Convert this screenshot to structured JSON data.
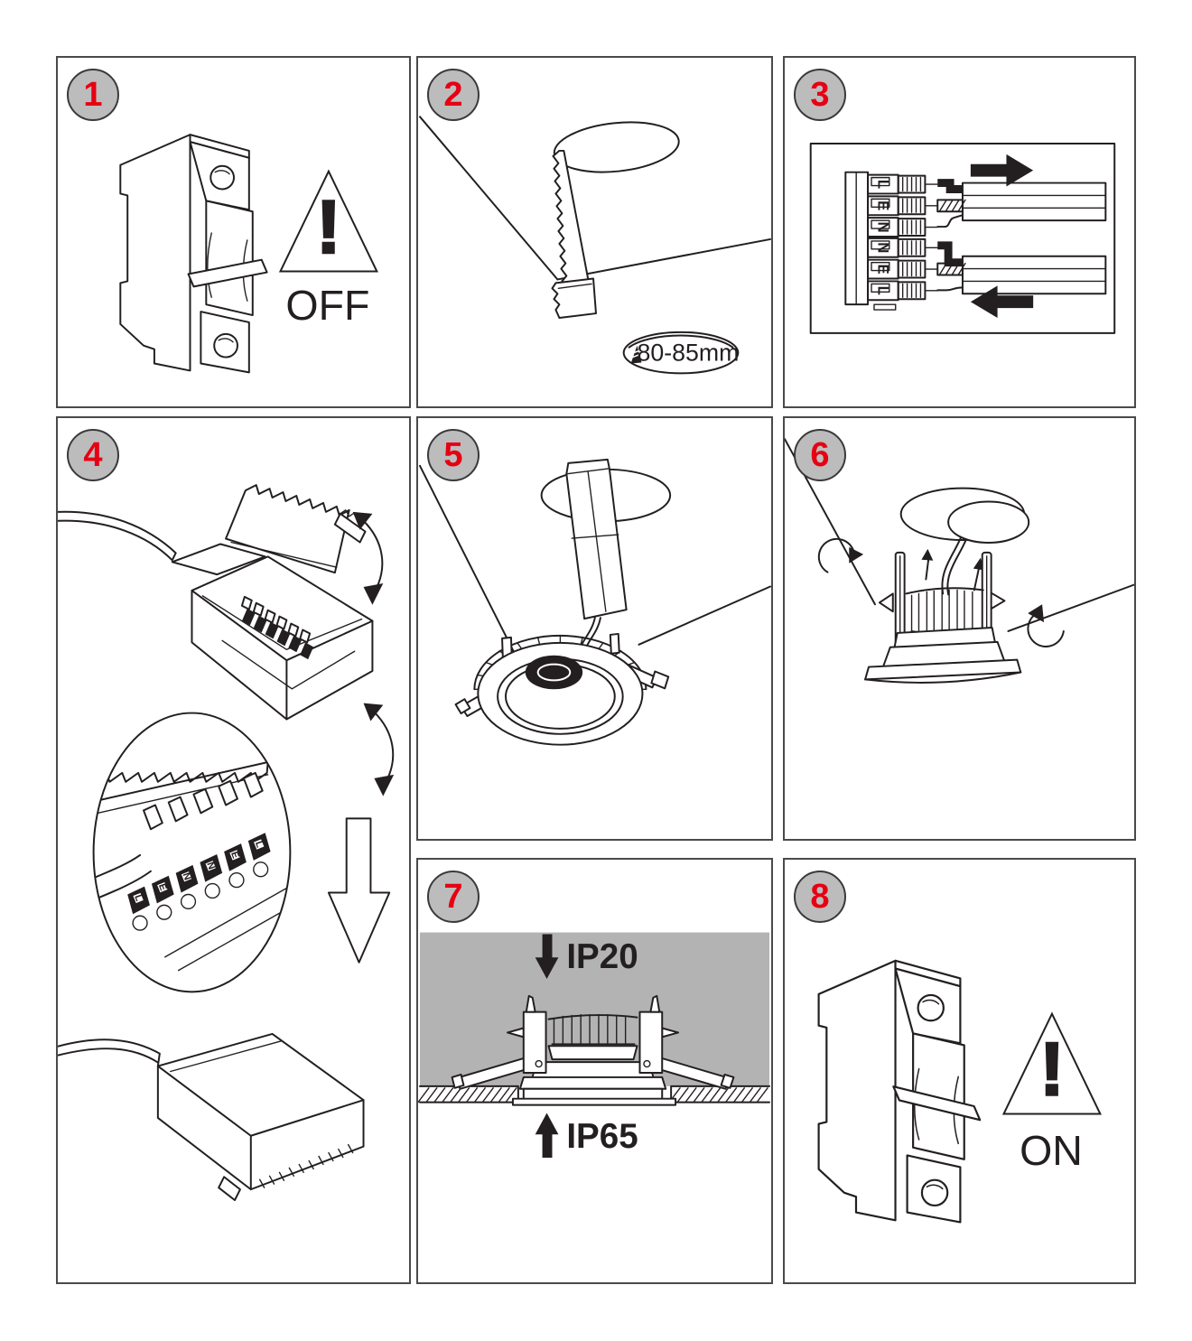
{
  "colors": {
    "line": "#231f20",
    "accent_red": "#e60012",
    "badge_fill": "#bcbcbc",
    "badge_border": "#3a3a3a",
    "panel_border": "#4a4a4a",
    "plenum_gray": "#b3b3b3",
    "paper": "#ffffff"
  },
  "steps": [
    {
      "number": "1",
      "labels": {
        "warning_mark": "!",
        "breaker_state": "OFF"
      }
    },
    {
      "number": "2",
      "labels": {
        "cutout_diameter": "80-85mm"
      }
    },
    {
      "number": "3",
      "labels": {
        "terminals": [
          "L",
          "E",
          "N",
          "N",
          "E",
          "L"
        ]
      }
    },
    {
      "number": "4",
      "labels": {
        "terminals": [
          "L",
          "E",
          "N",
          "N",
          "E",
          "L"
        ]
      }
    },
    {
      "number": "5",
      "labels": {}
    },
    {
      "number": "6",
      "labels": {}
    },
    {
      "number": "7",
      "labels": {
        "above_ceiling_rating": "IP20",
        "below_ceiling_rating": "IP65"
      }
    },
    {
      "number": "8",
      "labels": {
        "warning_mark": "!",
        "breaker_state": "ON"
      }
    }
  ]
}
